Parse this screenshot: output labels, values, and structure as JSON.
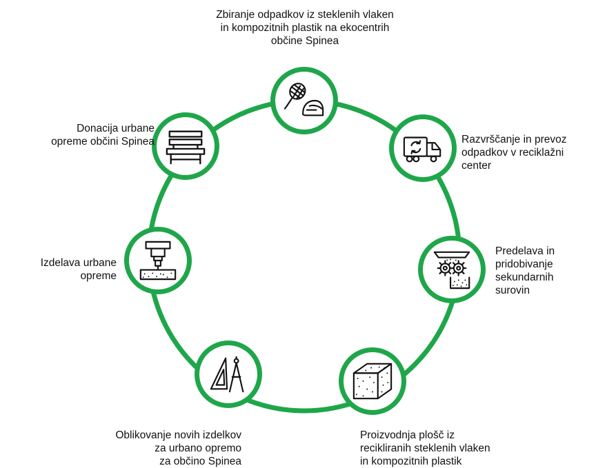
{
  "diagram": {
    "accent_color": "#1fa64a",
    "steps": [
      {
        "label": "Zbiranje odpadkov iz steklenih vlaken\nin kompozitnih plastik na ekocentrih\nobčine Spinea",
        "icon": "racket-helmet-icon"
      },
      {
        "label": "Razvrščanje in prevoz\nodpadkov v reciklažni\ncenter",
        "icon": "recycling-truck-icon"
      },
      {
        "label": "Predelava in\npridobivanje\nsekundarnih\nsurovin",
        "icon": "gear-crusher-icon"
      },
      {
        "label": "Proizvodnja plošč iz\nrecikliranih steklenih vlaken\nin kompozitnih plastik",
        "icon": "composite-panel-icon"
      },
      {
        "label": "Oblikovanje novih izdelkov\nza urbano opremo\nza občino Spinea",
        "icon": "drafting-tools-icon"
      },
      {
        "label": "Izdelava urbane\nopreme",
        "icon": "milling-machine-icon"
      },
      {
        "label": "Donacija urbane\nopreme občini Spinea",
        "icon": "bench-icon"
      }
    ]
  }
}
